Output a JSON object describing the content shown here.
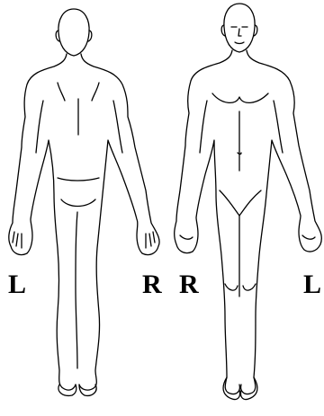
{
  "figures": [
    {
      "view": "back",
      "left_label": "L",
      "right_label": "R"
    },
    {
      "view": "front",
      "left_label": "R",
      "right_label": "L"
    }
  ],
  "colors": {
    "line": "#000000",
    "background": "#ffffff"
  }
}
